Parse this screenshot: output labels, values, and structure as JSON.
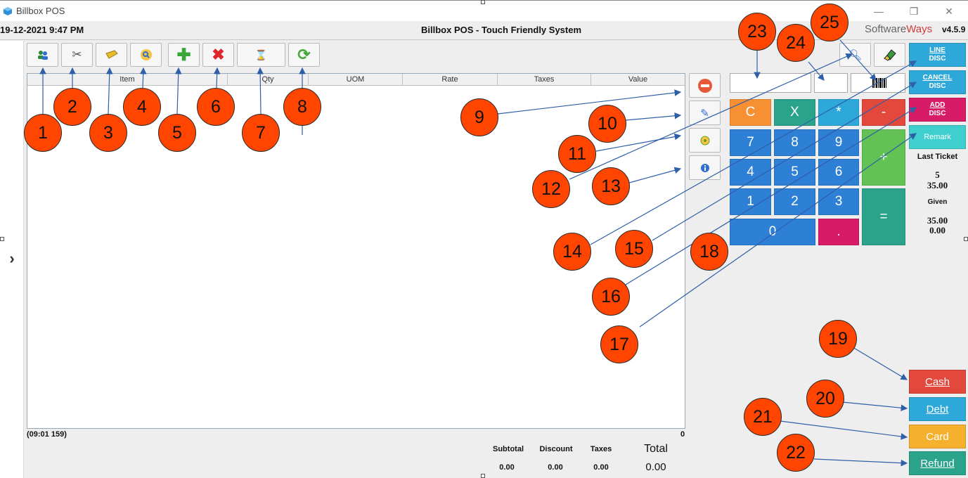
{
  "window": {
    "title": "Billbox POS"
  },
  "header": {
    "datetime": "19-12-2021 9:47 PM",
    "title": "Billbox POS - Touch Friendly System",
    "brand_part1": "Software",
    "brand_part2": "Ways",
    "version": "v4.5.9"
  },
  "table": {
    "columns": [
      "Item",
      "Qty",
      "UOM",
      "Rate",
      "Taxes",
      "Value"
    ],
    "rows": []
  },
  "footer": {
    "code": "(09:01 159)",
    "count": "0",
    "subtotal_label": "Subtotal",
    "discount_label": "Discount",
    "taxes_label": "Taxes",
    "total_label": "Total",
    "subtotal": "0.00",
    "discount": "0.00",
    "taxes": "0.00",
    "total": "0.00"
  },
  "keypad": {
    "clear": "C",
    "times": "X",
    "star": "*",
    "minus": "-",
    "plus": "+",
    "equals": "=",
    "dot": ".",
    "digits": [
      "7",
      "8",
      "9",
      "4",
      "5",
      "6",
      "1",
      "2",
      "3",
      "0"
    ]
  },
  "right_panel": {
    "line_disc_1": "LINE",
    "line_disc_2": "DISC",
    "cancel_disc_1": "CANCEL",
    "cancel_disc_2": "DISC",
    "add_disc_1": "ADD",
    "add_disc_2": "DISC",
    "remark": "Remark",
    "last_ticket_label": "Last Ticket",
    "last_ticket_no": "5",
    "last_ticket_amount": "35.00",
    "given_label": "Given",
    "given_amount": "35.00",
    "change_amount": "0.00"
  },
  "payments": {
    "cash": "Cash",
    "debt": "Debt",
    "card": "Card",
    "refund": "Refund"
  },
  "callouts": [
    "1",
    "2",
    "3",
    "4",
    "5",
    "6",
    "7",
    "8",
    "9",
    "10",
    "11",
    "12",
    "13",
    "14",
    "15",
    "16",
    "17",
    "18",
    "19",
    "20",
    "21",
    "22",
    "23",
    "24",
    "25"
  ],
  "colors": {
    "callout": "#ff4500",
    "arrow": "#2f5fa8",
    "key_blue": "#2e7fd6",
    "key_orange": "#f79033",
    "key_teal": "#2aa38b",
    "key_cyan": "#2ea8d8",
    "key_red": "#e2483c",
    "key_green": "#62c254",
    "key_pink": "#d81b67",
    "cash": "#e2483c",
    "debt": "#2ea8d8",
    "card": "#f5b02e",
    "refund": "#2ba28a"
  },
  "icons": {
    "toolbar": [
      "customers-icon",
      "split-scissors-icon",
      "price-tag-icon",
      "search-product-icon",
      "add-line-icon",
      "delete-ticket-icon",
      "hourglass-icon",
      "refresh-icon"
    ],
    "side": [
      "remove-line-icon",
      "edit-line-icon",
      "attributes-icon",
      "info-icon"
    ],
    "top_right": [
      "search-icon",
      "eraser-icon",
      "barcode-icon"
    ]
  }
}
